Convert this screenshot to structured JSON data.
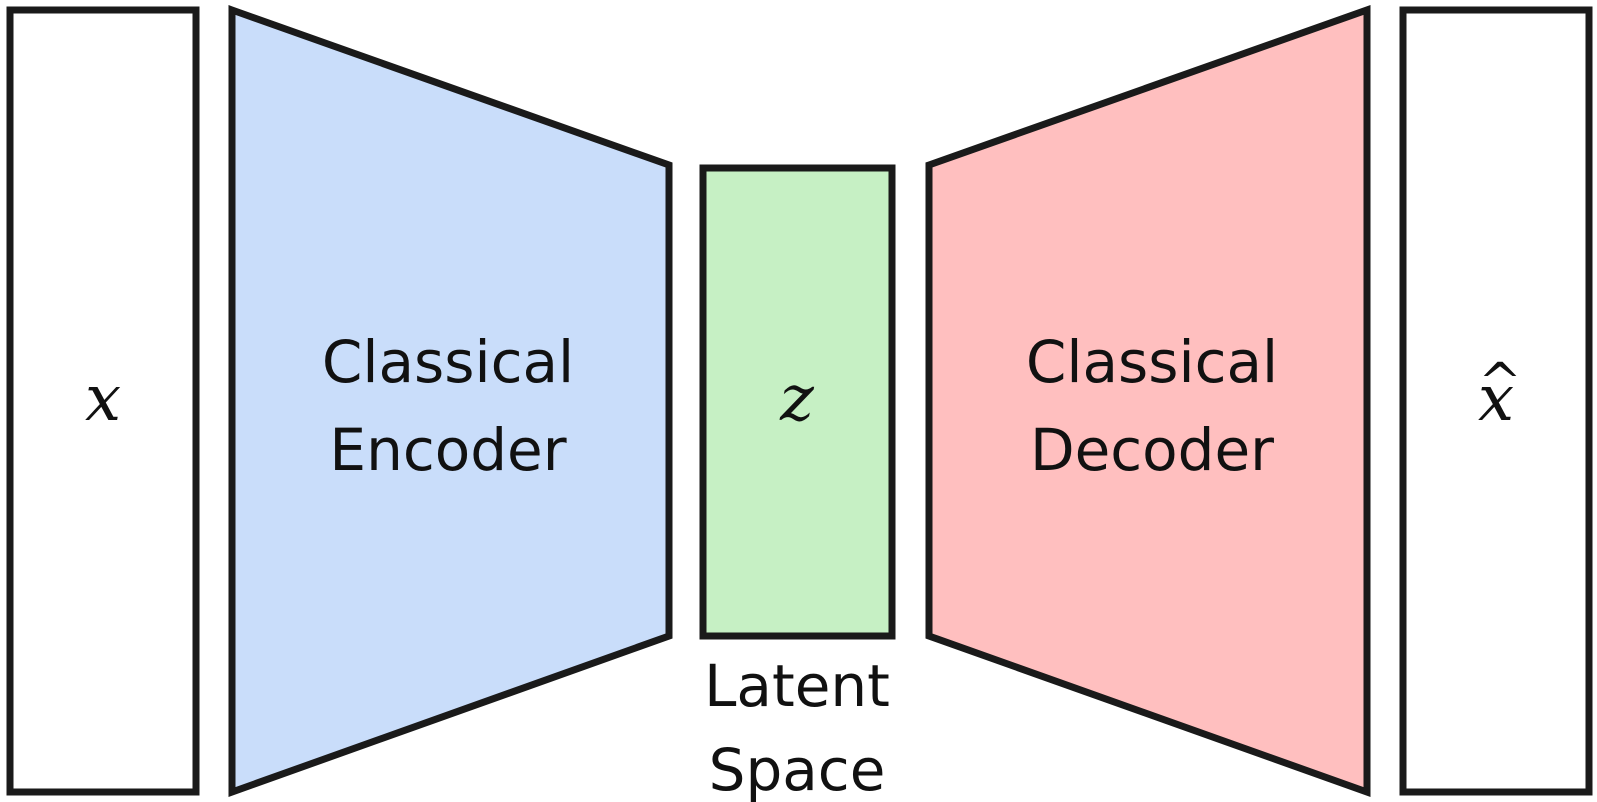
{
  "input": {
    "symbol": "x"
  },
  "encoder": {
    "line1": "Classical",
    "line2": "Encoder",
    "fill_color": "#c9ddfa"
  },
  "latent": {
    "symbol": "z",
    "caption_line1": "Latent",
    "caption_line2": "Space",
    "fill_color": "#c6f0c4"
  },
  "decoder": {
    "line1": "Classical",
    "line2": "Decoder",
    "fill_color": "#ffbfbf"
  },
  "output": {
    "symbol": "x",
    "accent": "^"
  },
  "colors": {
    "stroke": "#1a1a1a",
    "box_fill": "#ffffff"
  }
}
